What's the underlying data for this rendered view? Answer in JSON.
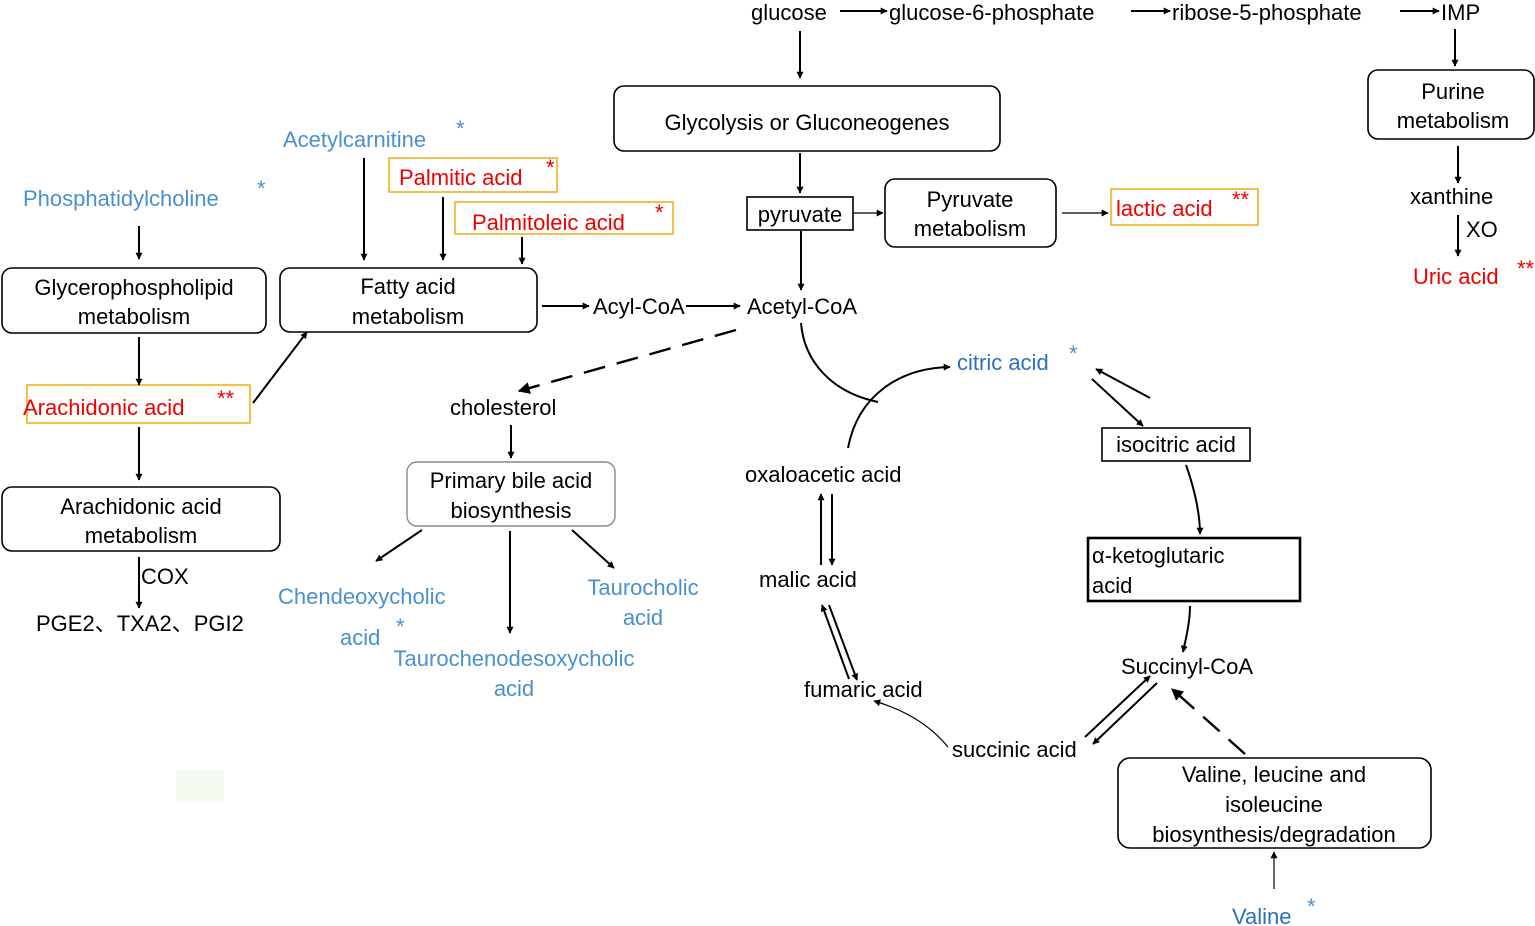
{
  "top_row": {
    "glucose": "glucose",
    "g6p": "glucose-6-phosphate",
    "r5p": "ribose-5-phosphate",
    "imp": "IMP"
  },
  "boxes": {
    "glycolysis": "Glycolysis or Gluconeogenes",
    "purine_1": "Purine",
    "purine_2": "metabolism",
    "pyruvate_met_1": "Pyruvate",
    "pyruvate_met_2": "metabolism",
    "glycero_1": "Glycerophospholipid",
    "glycero_2": "metabolism",
    "fatty_1": "Fatty acid",
    "fatty_2": "metabolism",
    "arachidonic_met_1": "Arachidonic acid",
    "arachidonic_met_2": "metabolism",
    "bile_1": "Primary bile acid",
    "bile_2": "biosynthesis",
    "akg_1": "α-ketoglutaric",
    "akg_2": "acid",
    "bcaa_1": "Valine, leucine and",
    "bcaa_2": "isoleucine",
    "bcaa_3": "biosynthesis/degradation",
    "pyruvate": "pyruvate",
    "isocitric": "isocitric acid"
  },
  "metabolites": {
    "acetylcarnitine": "Acetylcarnitine",
    "acetylcarnitine_sig": "*",
    "phosphatidylcholine": "Phosphatidylcholine",
    "phosphatidylcholine_sig": "*",
    "palmitic": "Palmitic acid",
    "palmitic_sig": "*",
    "palmitoleic": "Palmitoleic acid",
    "palmitoleic_sig": "*",
    "lactic": "lactic acid",
    "lactic_sig": "**",
    "arachidonic": "Arachidonic acid",
    "arachidonic_sig": "**",
    "uric": "Uric acid",
    "uric_sig": "**",
    "citric": "citric acid",
    "citric_sig": "*",
    "chendeoxycholic_1": "Chendeoxycholic",
    "chendeoxycholic_2": "acid",
    "chendeoxycholic_sig": "*",
    "taurocholic_1": "Taurocholic",
    "taurocholic_2": "acid",
    "taurocheno_1": "Taurochenodesoxycholic",
    "taurocheno_2": "acid",
    "valine": "Valine",
    "valine_sig": "*"
  },
  "labels": {
    "xanthine": "xanthine",
    "xo": "XO",
    "acyl_coa": "Acyl-CoA",
    "acetyl_coa": "Acetyl-CoA",
    "cholesterol": "cholesterol",
    "oxaloacetic": "oxaloacetic acid",
    "malic": "malic acid",
    "fumaric": "fumaric acid",
    "succinic": "succinic acid",
    "succinyl_coa": "Succinyl-CoA",
    "cox": "COX",
    "prostanoids": "PGE2、TXA2、PGI2"
  },
  "colors": {
    "significant_up": "#ee0000",
    "significant_down": "#4a90d0",
    "highlight_box": "#f0b020"
  }
}
